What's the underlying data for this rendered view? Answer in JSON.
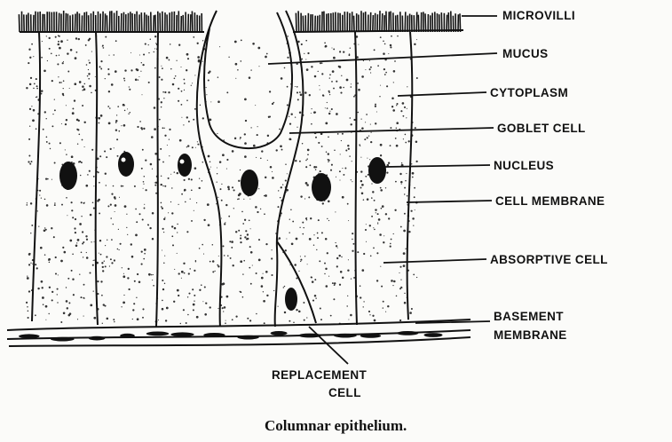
{
  "labels": {
    "microvilli": "MICROVILLI",
    "mucus": "MUCUS",
    "cytoplasm": "CYTOPLASM",
    "goblet_cell": "GOBLET CELL",
    "nucleus": "NUCLEUS",
    "cell_membrane": "CELL MEMBRANE",
    "absorptive_cell": "ABSORPTIVE CELL",
    "basement_membrane_line1": "BASEMENT",
    "basement_membrane_line2": "MEMBRANE",
    "replacement_cell_line1": "REPLACEMENT",
    "replacement_cell_line2": "CELL"
  },
  "caption": "Columnar epithelium."
}
